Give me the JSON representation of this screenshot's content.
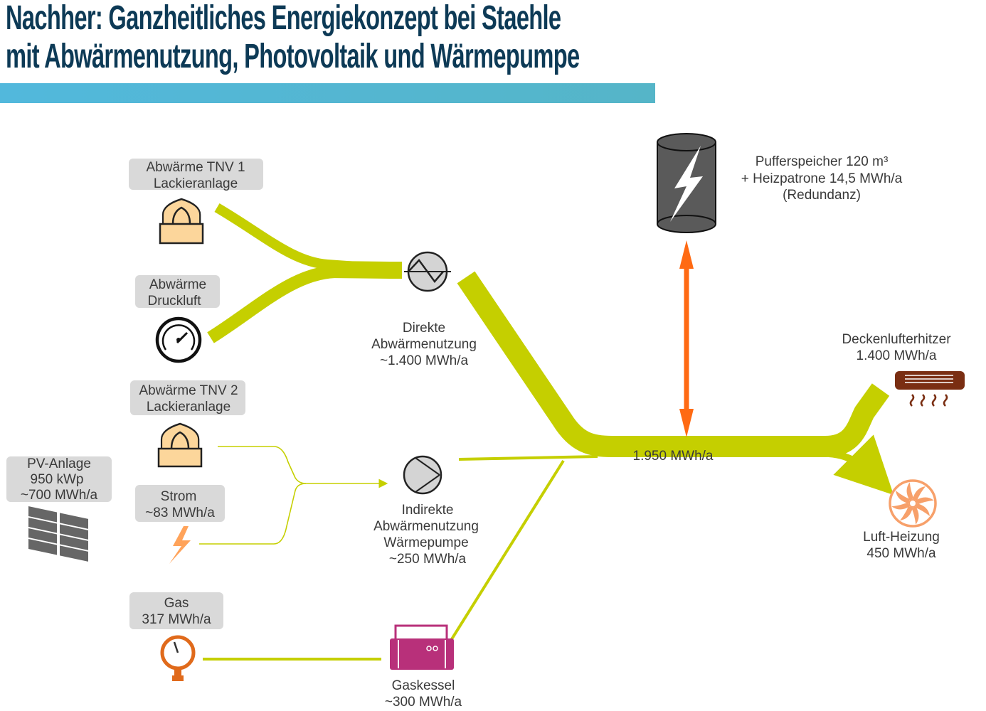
{
  "header": {
    "title_line1": "Nachher: Ganzheitliches Energiekonzept bei Staehle",
    "title_line2": "mit Abwärmenutzung, Photovoltaik und Wärmepumpe"
  },
  "colors": {
    "flow": "#c5cf00",
    "accent_bar": "#52b8dc",
    "title": "#0d3a56",
    "arrow": "#ff6a13",
    "boiler": "#b8307a"
  },
  "sources": {
    "tnv1": {
      "line1": "Abwärme TNV 1",
      "line2": "Lackieranlage",
      "icon": "furnace-icon"
    },
    "druckluft": {
      "line1": "Abwärme",
      "line2": "Druckluft",
      "icon": "gauge-icon"
    },
    "tnv2": {
      "line1": "Abwärme TNV 2",
      "line2": "Lackieranlage",
      "icon": "furnace-icon"
    },
    "pv": {
      "line1": "PV-Anlage",
      "line2": "950 kWp",
      "line3": "~700 MWh/a",
      "icon": "solar-panel-icon"
    },
    "strom": {
      "line1": "Strom",
      "line2": "~83 MWh/a",
      "icon": "lightning-icon"
    },
    "gas": {
      "line1": "Gas",
      "line2": "317 MWh/a",
      "icon": "pressure-gauge-icon"
    }
  },
  "converters": {
    "direkt": {
      "line1": "Direkte",
      "line2": "Abwärmenutzung",
      "line3": "~1.400 MWh/a",
      "icon": "heat-exchanger-icon"
    },
    "indirekt": {
      "line1": "Indirekte",
      "line2": "Abwärmenutzung",
      "line3": "Wärmepumpe",
      "line4": "~250 MWh/a",
      "icon": "pump-icon"
    },
    "gaskessel": {
      "line1": "Gaskessel",
      "line2": "~300 MWh/a",
      "icon": "boiler-icon"
    }
  },
  "storage": {
    "line1": "Pufferspeicher 120 m³",
    "line2": "+ Heizpatrone 14,5 MWh/a",
    "line3": "(Redundanz)",
    "icon": "storage-tank-icon"
  },
  "main_flow": {
    "label": "1.950 MWh/a"
  },
  "consumers": {
    "decken": {
      "line1": "Deckenlufterhitzer",
      "line2": "1.400 MWh/a",
      "icon": "air-heater-icon"
    },
    "luft": {
      "line1": "Luft-Heizung",
      "line2": "450 MWh/a",
      "icon": "fan-icon"
    }
  }
}
